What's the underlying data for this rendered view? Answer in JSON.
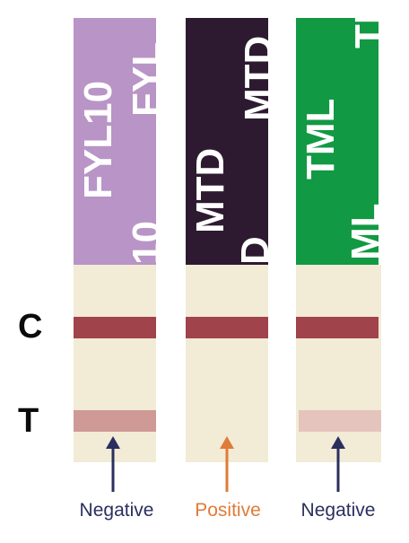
{
  "rows": {
    "control": "C",
    "test": "T"
  },
  "strips": [
    {
      "id": "strip-1",
      "head_color": "#b994c6",
      "head_text_main": "FYL10",
      "head_text_edge": "FYL",
      "head_text_bottom": "10",
      "test_line_color": "#cf9a96",
      "result": "Negative",
      "result_color": "#2a2f5e",
      "arrow_color": "#2a2f5e"
    },
    {
      "id": "strip-2",
      "head_color": "#2d1a30",
      "head_text_main": "MTD",
      "head_text_edge": "MTD",
      "head_text_bottom": "D",
      "test_line_color": null,
      "result": "Positive",
      "result_color": "#e07b39",
      "arrow_color": "#e07b39"
    },
    {
      "id": "strip-3",
      "head_color": "#129943",
      "head_text_main": "TML",
      "head_text_edge": "TML",
      "head_text_bottom": "ML",
      "test_line_color": "#e4c4bd",
      "result": "Negative",
      "result_color": "#2a2f5e",
      "arrow_color": "#2a2f5e"
    }
  ],
  "colors": {
    "strip_body": "#f2ebd6",
    "control_line": "#a0434a"
  }
}
